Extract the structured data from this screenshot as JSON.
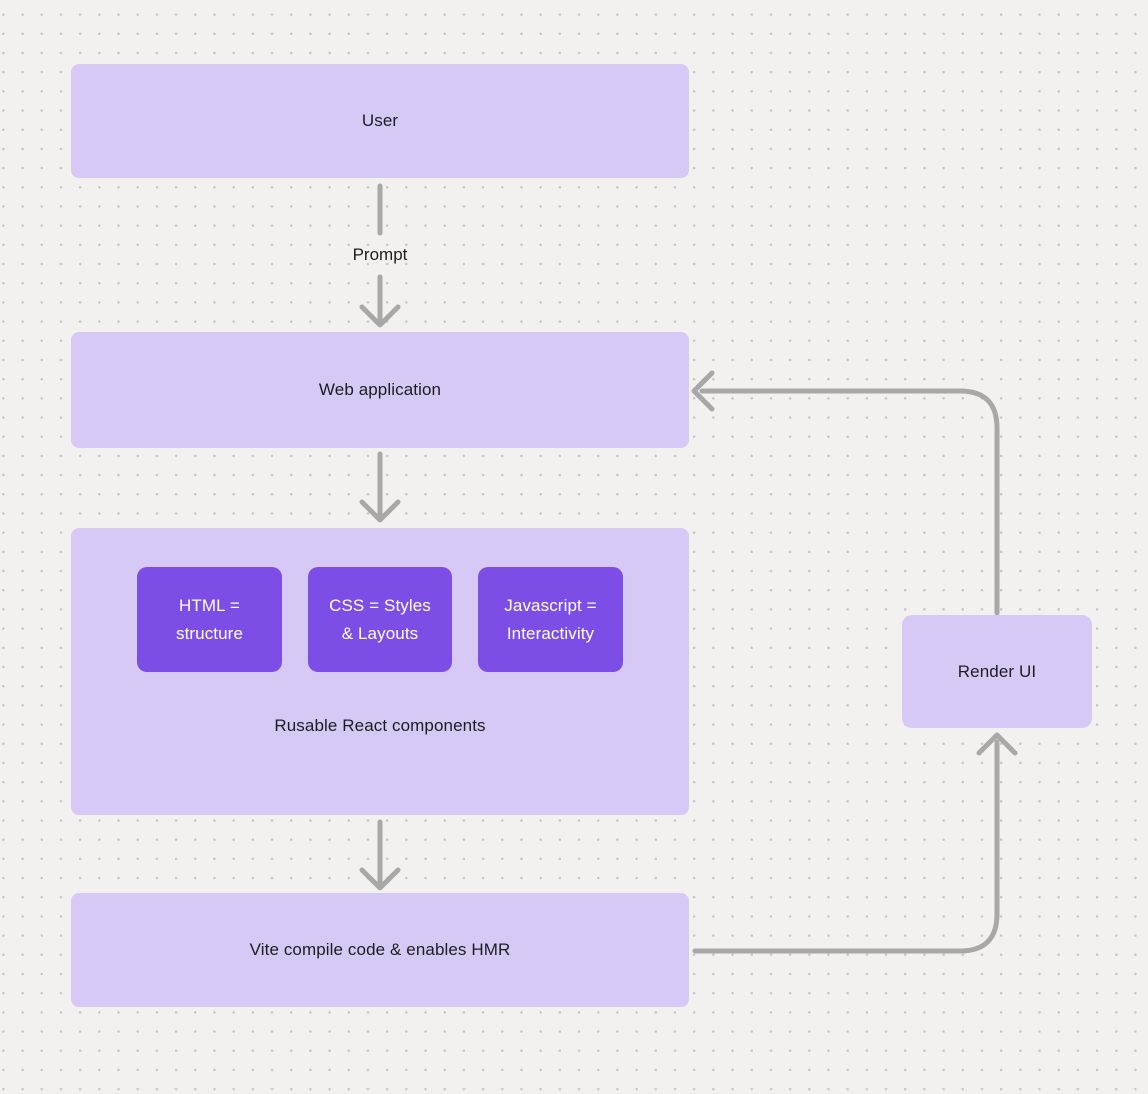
{
  "canvas": {
    "background_color": "#f2f1f0",
    "dot_grid_color": "#c8c6c4"
  },
  "palette": {
    "node_fill": "#d7c9f5",
    "accent_fill": "#7c4ee6",
    "accent_text": "#ffffff",
    "label_text": "#1d1d1f",
    "connector": "#a8a8a8"
  },
  "nodes": {
    "user": {
      "label": "User"
    },
    "web_application": {
      "label": "Web application"
    },
    "components_group": {
      "caption": "Rusable React components",
      "children": [
        {
          "label": "HTML = structure"
        },
        {
          "label": "CSS = Styles & Layouts"
        },
        {
          "label": "Javascript = Interactivity"
        }
      ]
    },
    "vite": {
      "label": "Vite compile code & enables HMR"
    },
    "render_ui": {
      "label": "Render UI"
    }
  },
  "edges": {
    "prompt_label": "Prompt",
    "connections": [
      {
        "from": "user",
        "to": "web_application",
        "label": "Prompt"
      },
      {
        "from": "web_application",
        "to": "components_group",
        "label": ""
      },
      {
        "from": "components_group",
        "to": "vite",
        "label": ""
      },
      {
        "from": "vite",
        "to": "render_ui",
        "label": ""
      },
      {
        "from": "render_ui",
        "to": "web_application",
        "label": ""
      }
    ]
  }
}
